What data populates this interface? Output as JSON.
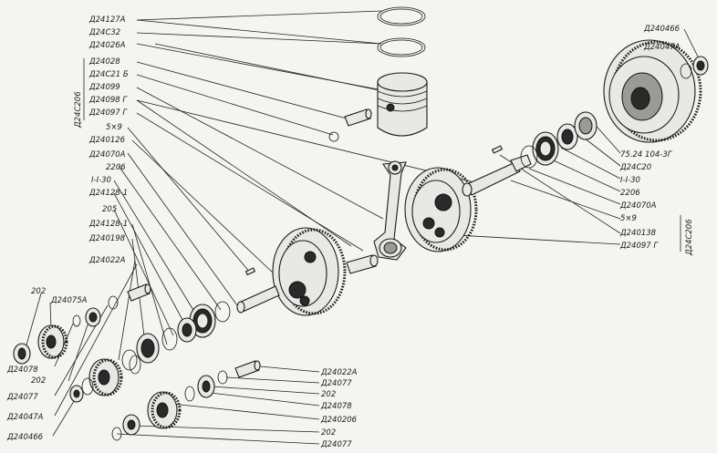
{
  "labels_left": [
    {
      "key": "l1",
      "text": "Д24127А"
    },
    {
      "key": "l2",
      "text": "Д24С32"
    },
    {
      "key": "l3",
      "text": "Д24026А"
    },
    {
      "key": "l4",
      "text": "Д24028"
    },
    {
      "key": "l5",
      "text": "Д24С21 Б"
    },
    {
      "key": "l6",
      "text": "Д24099"
    },
    {
      "key": "l7",
      "text": "Д24098 Г"
    },
    {
      "key": "l8",
      "text": "Д24097 Г"
    },
    {
      "key": "l9",
      "text": "5×9"
    },
    {
      "key": "l10",
      "text": "Д240126"
    },
    {
      "key": "l11",
      "text": "Д24070А"
    },
    {
      "key": "l12",
      "text": "2206"
    },
    {
      "key": "l13",
      "text": "I-I-30"
    },
    {
      "key": "l14",
      "text": "Д24128-1"
    },
    {
      "key": "l15",
      "text": "205"
    },
    {
      "key": "l16",
      "text": "Д24128-1"
    },
    {
      "key": "l17",
      "text": "Д240198"
    },
    {
      "key": "l18",
      "text": "Д24022А"
    }
  ],
  "group_left": "Д24С206",
  "labels_right": [
    {
      "key": "r1",
      "text": "Д240466"
    },
    {
      "key": "r2",
      "text": "Д24047А"
    },
    {
      "key": "r3",
      "text": "75.24 104-3Г"
    },
    {
      "key": "r4",
      "text": "Д24С20"
    },
    {
      "key": "r5",
      "text": "I-I-30"
    },
    {
      "key": "r6",
      "text": "2206"
    },
    {
      "key": "r7",
      "text": "Д24070А"
    },
    {
      "key": "r8",
      "text": "5×9"
    },
    {
      "key": "r9",
      "text": "Д240138"
    },
    {
      "key": "r10",
      "text": "Д24097 Г"
    }
  ],
  "group_right": "Д24С206",
  "labels_bottom_left": [
    {
      "key": "b1",
      "text": "202"
    },
    {
      "key": "b2",
      "text": "Д24075А"
    },
    {
      "key": "b3",
      "text": "Д24078"
    },
    {
      "key": "b4",
      "text": "202"
    },
    {
      "key": "b5",
      "text": "Д24077"
    },
    {
      "key": "b6",
      "text": "Д24047А"
    },
    {
      "key": "b7",
      "text": "Д240466"
    }
  ],
  "labels_bottom_right": [
    {
      "key": "c1",
      "text": "Д24022А"
    },
    {
      "key": "c2",
      "text": "Д24077"
    },
    {
      "key": "c3",
      "text": "202"
    },
    {
      "key": "c4",
      "text": "Д24078"
    },
    {
      "key": "c5",
      "text": "Д240206"
    },
    {
      "key": "c6",
      "text": "202"
    },
    {
      "key": "c7",
      "text": "Д24077"
    }
  ]
}
